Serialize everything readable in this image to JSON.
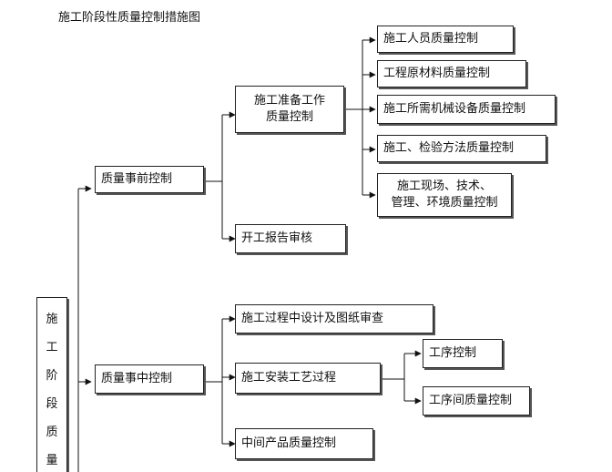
{
  "title": "施工阶段性质量控制措施图",
  "root_chars": [
    "施",
    "工",
    "阶",
    "段",
    "质",
    "量"
  ],
  "pre": {
    "label": "质量事前控制",
    "prep": {
      "line1": "施工准备工作",
      "line2": "质量控制"
    },
    "prep_items": [
      "施工人员质量控制",
      "工程原材料质量控制",
      "施工所需机械设备质量控制",
      "施工、检验方法质量控制"
    ],
    "site": {
      "line1": "施工现场、技术、",
      "line2": "管理、环境质量控制"
    },
    "report": "开工报告审核"
  },
  "mid": {
    "label": "质量事中控制",
    "design": "施工过程中设计及图纸审查",
    "install": "施工安装工艺过程",
    "proc": "工序控制",
    "between": "工序间质量控制",
    "product": "中间产品质量控制"
  }
}
